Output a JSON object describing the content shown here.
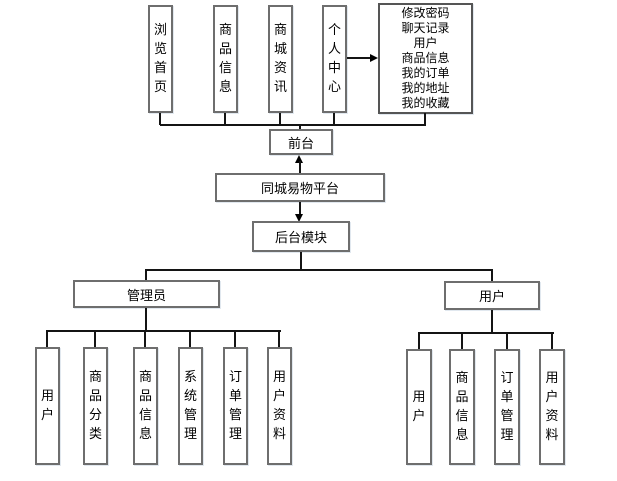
{
  "diagram": {
    "platform": {
      "label": "同城易物平台"
    },
    "front": {
      "label": "前台",
      "modules": [
        "浏览首页",
        "商品信息",
        "商城资讯",
        "个人中心"
      ],
      "personal_center_details": [
        "修改密码",
        "聊天记录",
        "用户",
        "商品信息",
        "我的订单",
        "我的地址",
        "我的收藏"
      ]
    },
    "back": {
      "label": "后台模块",
      "admin": {
        "label": "管理员",
        "modules": [
          "用户",
          "商品分类",
          "商品信息",
          "系统管理",
          "订单管理",
          "用户资料"
        ]
      },
      "user": {
        "label": "用户",
        "modules": [
          "用户",
          "商品信息",
          "订单管理",
          "用户资料"
        ]
      }
    },
    "colors": {
      "line": "#141414",
      "box_border": "#6e6e6e",
      "text": "#000000",
      "background": "#ffffff"
    }
  }
}
